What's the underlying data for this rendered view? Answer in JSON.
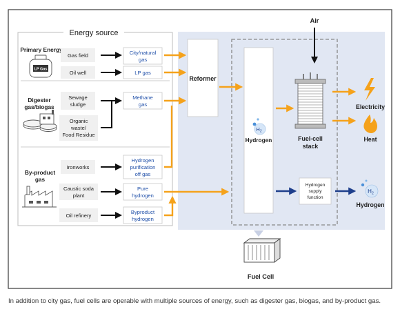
{
  "colors": {
    "orange": "#F5A21B",
    "navy": "#1E3F8C",
    "blue_text": "#1F4FA8",
    "panel_fill": "#E1E7F3",
    "label_fill": "#F0F0F0",
    "frame_border": "#3A3A3A"
  },
  "diagram": {
    "energy_source_title": "Energy source",
    "categories": {
      "primary": "Primary Energy",
      "digester_line1": "Digester",
      "digester_line2": "gas/biogas",
      "byproduct_line1": "By-product",
      "byproduct_line2": "gas"
    },
    "sources": {
      "gas_field": "Gas field",
      "oil_well": "Oil well",
      "sewage_line1": "Sewage",
      "sewage_line2": "sludge",
      "organic_line1": "Organic",
      "organic_line2": "waste/",
      "organic_line3": "Food Residue",
      "ironworks": "Ironworks",
      "caustic_line1": "Caustic soda",
      "caustic_line2": "plant",
      "oil_refinery": "Oil refinery"
    },
    "gases": {
      "city_line1": "City/natural",
      "city_line2": "gas",
      "lp_gas": "LP gas",
      "methane_line1": "Methane",
      "methane_line2": "gas",
      "h2_offgas_line1": "Hydrogen",
      "h2_offgas_line2": "purification",
      "h2_offgas_line3": "off gas",
      "pure_line1": "Pure",
      "pure_line2": "hydrogen",
      "byproduct_h2_line1": "Byproduct",
      "byproduct_h2_line2": "hydrogen"
    },
    "lp_tank_label": "LP Gas",
    "reformer": "Reformer",
    "hydrogen": "Hydrogen",
    "h2_symbol": "H",
    "h2_subscript": "2",
    "air": "Air",
    "fuel_cell_stack_line1": "Fuel-cell",
    "fuel_cell_stack_line2": "stack",
    "supply_line1": "Hydrogen",
    "supply_line2": "supply",
    "supply_line3": "function",
    "outputs": {
      "electricity": "Electricity",
      "heat": "Heat",
      "hydrogen": "Hydrogen"
    },
    "fuel_cell": "Fuel Cell"
  },
  "caption": "In addition to city gas, fuel cells are operable with multiple sources of energy, such as digester gas, biogas, and by-product gas."
}
